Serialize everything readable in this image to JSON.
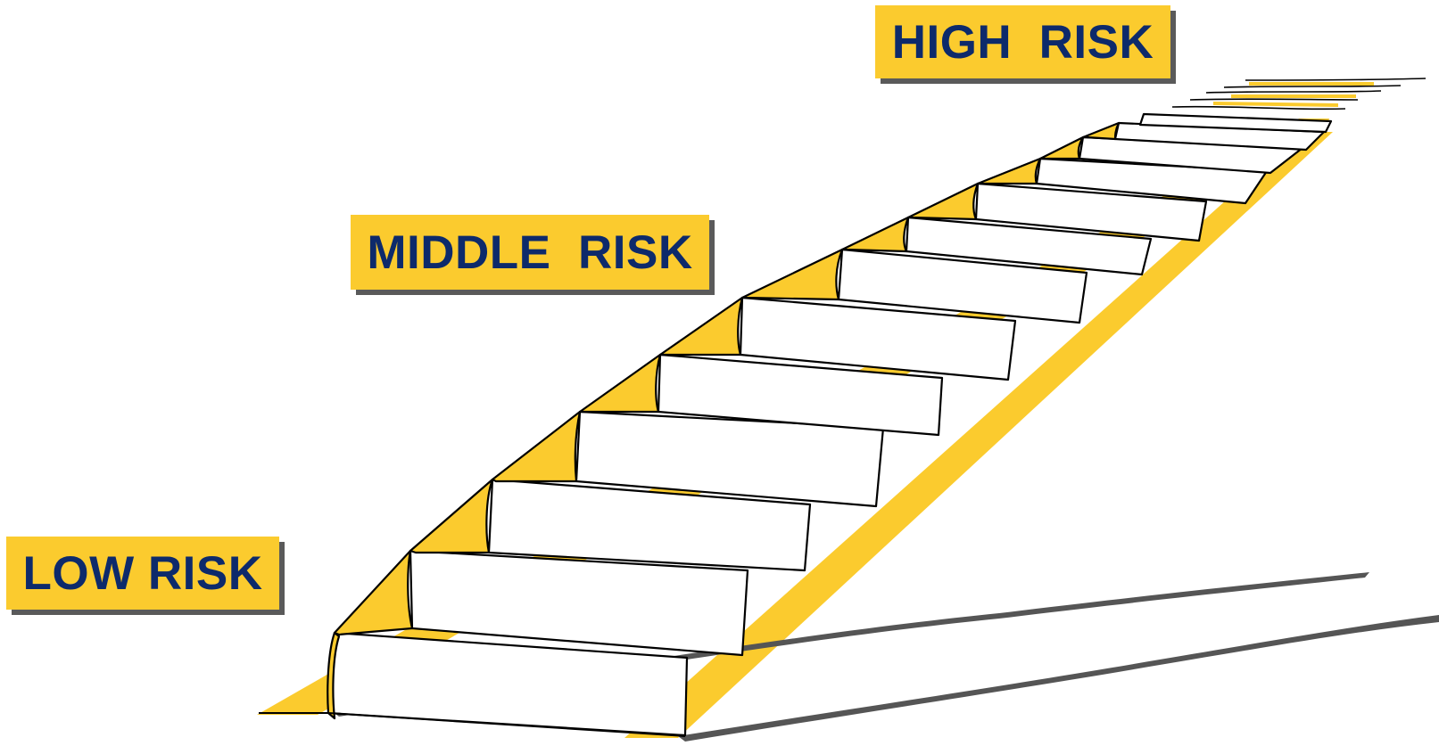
{
  "labels": {
    "high": "HIGH  RISK",
    "middle": "MIDDLE  RISK",
    "low": "LOW RISK"
  },
  "colors": {
    "label_fill": "#FBCB2E",
    "label_text": "#0D2A6B",
    "stair_fill": "#FBCB2E",
    "outline": "#000000",
    "shadow": "#5a5a5a"
  }
}
